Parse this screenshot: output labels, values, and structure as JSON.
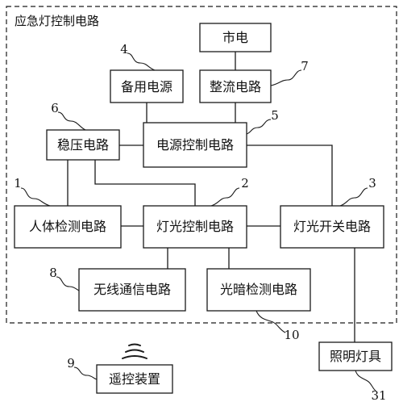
{
  "title": "应急灯控制电路",
  "blocks": {
    "mains": "市电",
    "rectifier": "整流电路",
    "backup_power": "备用电源",
    "regulator": "稳压电路",
    "power_control": "电源控制电路",
    "human_detect": "人体检测电路",
    "light_control": "灯光控制电路",
    "light_switch": "灯光开关电路",
    "wireless": "无线通信电路",
    "dark_detect": "光暗检测电路",
    "lighting": "照明灯具",
    "remote": "遥控装置"
  },
  "refs": {
    "human_detect": "1",
    "light_control": "2",
    "light_switch": "3",
    "backup_power": "4",
    "power_control": "5",
    "regulator": "6",
    "rectifier": "7",
    "wireless": "8",
    "remote": "9",
    "dark_detect": "10",
    "lighting": "31"
  }
}
